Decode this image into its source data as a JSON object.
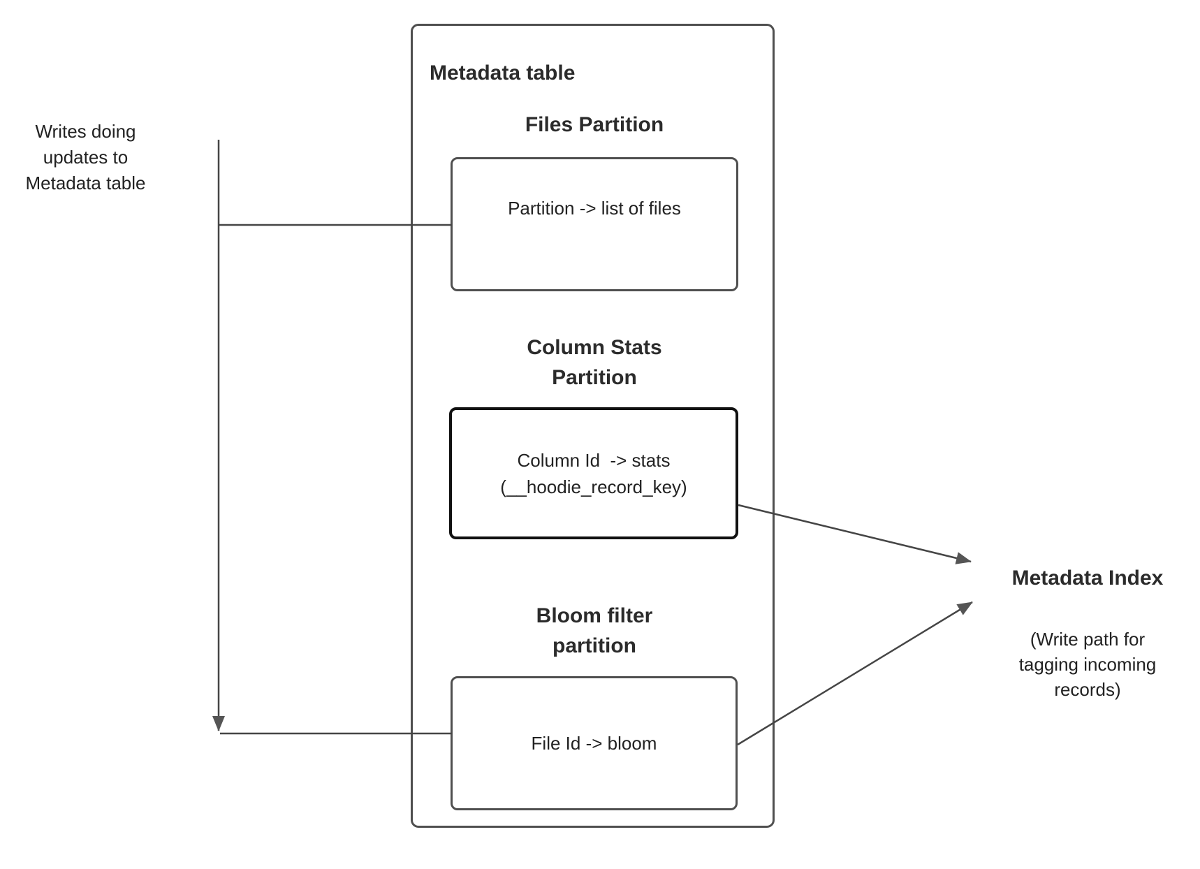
{
  "side_note": {
    "text": "Writes doing\nupdates to\nMetadata table"
  },
  "metadata_table": {
    "title": "Metadata table",
    "sections": [
      {
        "heading": "Files Partition",
        "box_label": "Partition -> list of files"
      },
      {
        "heading": "Column Stats\nPartition",
        "box_label": "Column Id  -> stats\n(__hoodie_record_key)"
      },
      {
        "heading": "Bloom filter\npartition",
        "box_label": "File Id -> bloom"
      }
    ]
  },
  "metadata_index": {
    "title": "Metadata Index",
    "subtitle": "(Write path for\ntagging incoming\nrecords)"
  },
  "colors": {
    "background": "#ffffff",
    "box_border": "#4f4f4f",
    "box_border_emphasis": "#111111",
    "connector_line": "#454545",
    "arrowhead_fill": "#555555",
    "text": "#2b2b2b"
  }
}
